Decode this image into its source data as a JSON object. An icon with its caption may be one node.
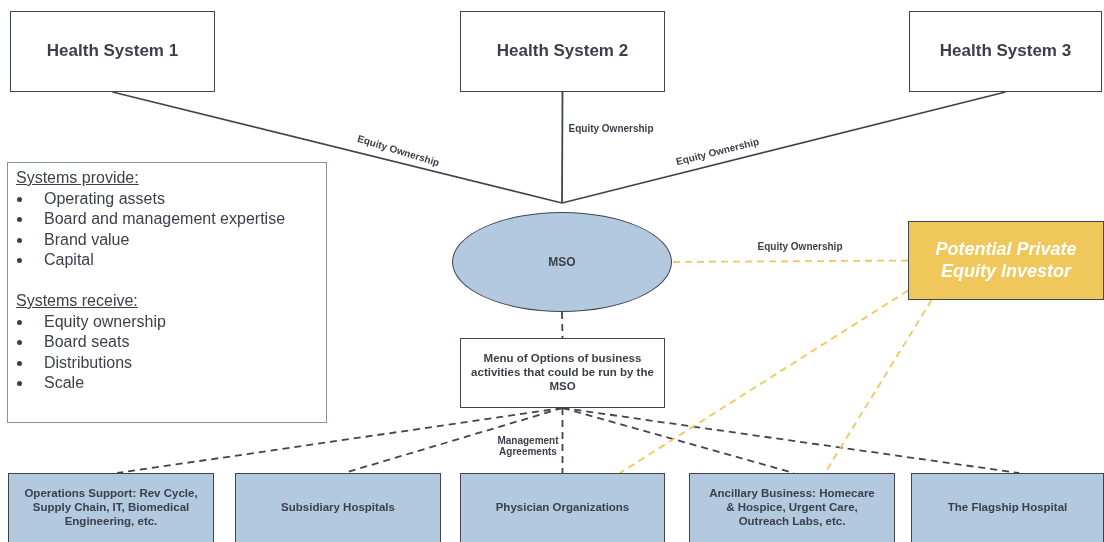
{
  "diagram": {
    "nodes": [
      {
        "text": [
          "Health System 1"
        ]
      },
      {
        "text": [
          "Health System 2"
        ]
      },
      {
        "text": [
          "Health System 3"
        ]
      },
      {
        "text": [
          "Systems provide:",
          "Operating assets",
          "Board and management expertise",
          "Brand value",
          "Capital",
          "Systems receive:",
          "Equity ownership",
          "Board seats",
          "Distributions",
          "Scale"
        ]
      },
      {
        "text": [
          "MSO"
        ]
      },
      {
        "text": [
          "Potential Private Equity Investor"
        ]
      },
      {
        "text": [
          "Menu of Options of business activities that could be run by the MSO"
        ]
      },
      {
        "text": [
          "Operations Support: Rev Cycle, Supply Chain, IT, Biomedical Engineering, etc."
        ]
      },
      {
        "text": [
          "Subsidiary Hospitals"
        ]
      },
      {
        "text": [
          "Physician Organizations"
        ]
      },
      {
        "text": [
          "Ancillary Business: Homecare & Hospice, Urgent Care, Outreach Labs, etc."
        ]
      },
      {
        "text": [
          "The Flagship Hospital"
        ]
      }
    ],
    "edges": [
      {
        "from": 0,
        "to": 4,
        "arrow": "none",
        "label": "Equity Ownership"
      },
      {
        "from": 1,
        "to": 4,
        "arrow": "none",
        "label": "Equity Ownership"
      },
      {
        "from": 2,
        "to": 4,
        "arrow": "none",
        "label": "Equity Ownership"
      },
      {
        "from": 5,
        "to": 4,
        "arrow": "none",
        "label": "Equity Ownership",
        "style": "dashed",
        "color": "#f0c75a"
      },
      {
        "from": 4,
        "to": 6,
        "arrow": "none",
        "style": "dashed"
      },
      {
        "from": 6,
        "to": 7,
        "arrow": "none",
        "style": "dashed"
      },
      {
        "from": 6,
        "to": 8,
        "arrow": "none",
        "style": "dashed"
      },
      {
        "from": 6,
        "to": 9,
        "arrow": "none",
        "style": "dashed",
        "label": "Management Agreements"
      },
      {
        "from": 6,
        "to": 10,
        "arrow": "none",
        "style": "dashed"
      },
      {
        "from": 6,
        "to": 11,
        "arrow": "none",
        "style": "dashed"
      },
      {
        "from": 5,
        "to": 9,
        "arrow": "none",
        "style": "dashed",
        "color": "#f0c75a"
      },
      {
        "from": 5,
        "to": 10,
        "arrow": "none",
        "style": "dashed",
        "color": "#f0c75a"
      }
    ]
  }
}
